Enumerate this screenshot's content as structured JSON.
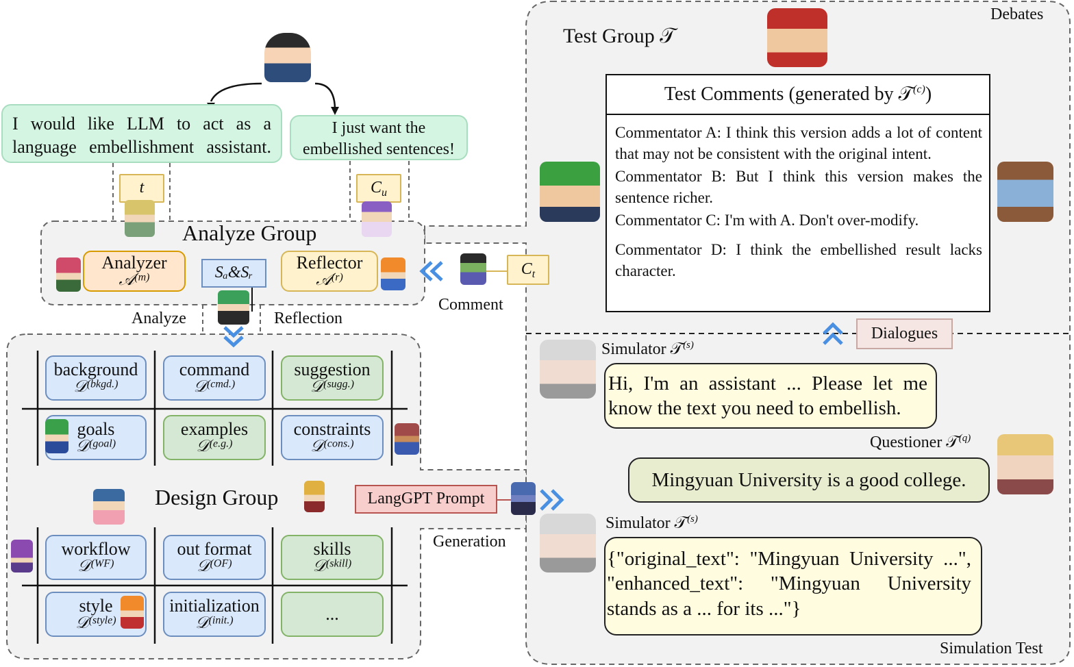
{
  "user_speech": {
    "left": "I would like LLM to act as a language embellishment assistant.",
    "right": "I just want the embellished sentences!"
  },
  "small_labels": {
    "t": "t",
    "cu": "C",
    "cu_sub": "u",
    "ct": "C",
    "ct_sub": "t"
  },
  "analyze_group": {
    "title": "Analyze Group",
    "analyzer_label": "Analyzer",
    "analyzer_sym": "𝒜",
    "analyzer_sup": "(m)",
    "reflector_label": "Reflector",
    "reflector_sym": "𝒜",
    "reflector_sup": "(r)",
    "state": "Sₐ&Sᵣ"
  },
  "edge_labels": {
    "analyze": "Analyze",
    "reflection": "Reflection",
    "comment": "Comment",
    "generation": "Generation"
  },
  "design_group": {
    "title": "Design Group",
    "cells_top": [
      {
        "label": "background",
        "sym": "𝒟",
        "sup": "(bkgd.)"
      },
      {
        "label": "command",
        "sym": "𝒟",
        "sup": "(cmd.)"
      },
      {
        "label": "suggestion",
        "sym": "𝒟",
        "sup": "(sugg.)"
      },
      {
        "label": "goals",
        "sym": "𝒟",
        "sup": "(goal)"
      },
      {
        "label": "examples",
        "sym": "𝒟",
        "sup": "(e.g.)"
      },
      {
        "label": "constraints",
        "sym": "𝒟",
        "sup": "(cons.)"
      }
    ],
    "cells_bottom": [
      {
        "label": "workflow",
        "sym": "𝒟",
        "sup": "(WF)"
      },
      {
        "label": "out format",
        "sym": "𝒟",
        "sup": "(OF)"
      },
      {
        "label": "skills",
        "sym": "𝒟",
        "sup": "(skill)"
      },
      {
        "label": "style",
        "sym": "𝒟",
        "sup": "(style)"
      },
      {
        "label": "initialization",
        "sym": "𝒟",
        "sup": "(init.)"
      },
      {
        "label": "...",
        "sym": "",
        "sup": ""
      }
    ]
  },
  "langgpt_prompt": "LangGPT Prompt",
  "test_group": {
    "title": "Test Group 𝒯",
    "debates": "Debates",
    "comments_title": "Test Comments (generated by 𝒯",
    "comments_sup": "(c)",
    "comments_close": ")",
    "comments": [
      "Commentator A: I think this version adds a lot of content that may not be consistent with the original intent.",
      "Commentator B: But I think this version makes the sentence richer.",
      "Commentator C: I'm with A. Don't over-modify.",
      "Commentator D: I think the embellished result lacks character."
    ],
    "dialogues": "Dialogues"
  },
  "simulation": {
    "simulator_label": "Simulator 𝒯",
    "simulator_sup": "(s)",
    "questioner_label": "Questioner 𝒯",
    "questioner_sup": "(q)",
    "msg1": "Hi, I'm an assistant ... Please let me know the text you need to embellish.",
    "msg2": "Mingyuan University is a good college.",
    "msg3": "{\"original_text\": \"Mingyuan University ...\", \"enhanced_text\": \"Mingyuan University stands as a ... for its ...\"}",
    "footer": "Simulation Test"
  },
  "colors": {
    "blue_fill": "#dae8fc",
    "green_fill": "#d5e8d4",
    "orange_fill": "#ffe6cc",
    "yellow_fill": "#fff2cc",
    "red_fill": "#f8cecc",
    "arrow_blue": "#4a90e2"
  }
}
